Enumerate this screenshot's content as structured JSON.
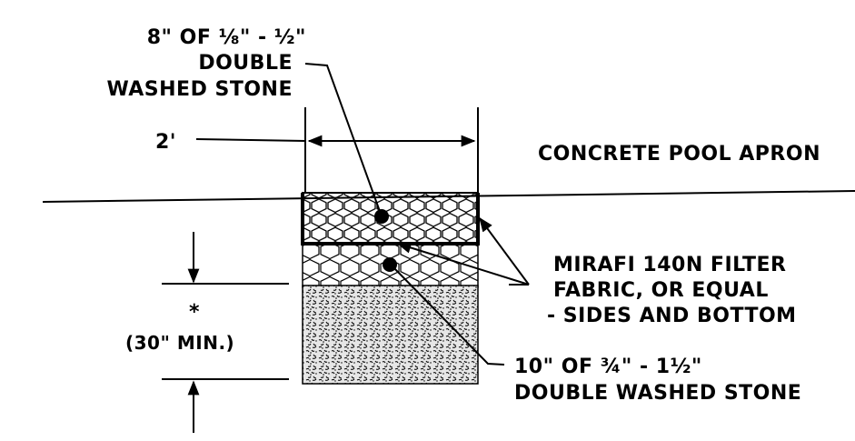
{
  "labels": {
    "top_stone_line1": "8\" OF ⅛\" - ½\"",
    "top_stone_line2": "DOUBLE",
    "top_stone_line3": "WASHED STONE",
    "width": "2'",
    "apron": "CONCRETE POOL APRON",
    "fabric_line1": "MIRAFI 140N FILTER",
    "fabric_line2": "FABRIC, OR EQUAL",
    "fabric_line3": "- SIDES AND BOTTOM",
    "bottom_stone_line1": "10\" OF ¾\" - 1½\"",
    "bottom_stone_line2": "DOUBLE WASHED STONE",
    "depth_mark": "*",
    "depth_min": "(30\" MIN.)"
  },
  "colors": {
    "ink": "#000000",
    "paper": "#ffffff",
    "gravel_fill": "#e6e6e6"
  }
}
